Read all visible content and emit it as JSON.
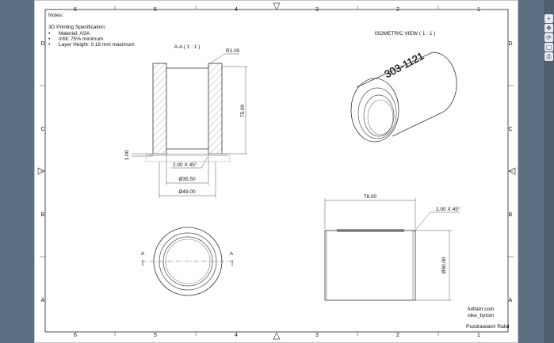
{
  "notes": {
    "heading": "Notes:",
    "spec_title": "3D Printing Specification:",
    "items": [
      "Material: ASA",
      "Infill: 75% minimum",
      "Layer Height: 0.16 mm maximum"
    ]
  },
  "border": {
    "columns": [
      "6",
      "5",
      "4",
      "3",
      "2",
      "1"
    ],
    "rows": [
      "D",
      "C",
      "B",
      "A"
    ]
  },
  "section_view": {
    "title": "A-A ( 1 : 1 )",
    "dims": {
      "radius": "R1.00",
      "height": "75.00",
      "lip": "1.00",
      "chamfer": "2.00 X 45°",
      "inner_dia": "Ø35.50",
      "outer_dia": "Ø49.00"
    }
  },
  "isometric_view": {
    "title": "ISOMETRIC VIEW ( 1 : 1 )",
    "engraving": "303-1121"
  },
  "front_view": {
    "cut_label": "A"
  },
  "side_view": {
    "dims": {
      "length": "78.00",
      "chamfer": "2.00 X 45°",
      "diameter": "Ø60.00"
    }
  },
  "title_block": {
    "site": "fullfatrr.com",
    "author": "nike_bytom",
    "greeting": "Pozdrawiam! Rafal"
  },
  "toolbar": {
    "icons": [
      "zoom-icon",
      "pan-icon",
      "rotate-icon",
      "fit-icon",
      "print-icon"
    ]
  }
}
